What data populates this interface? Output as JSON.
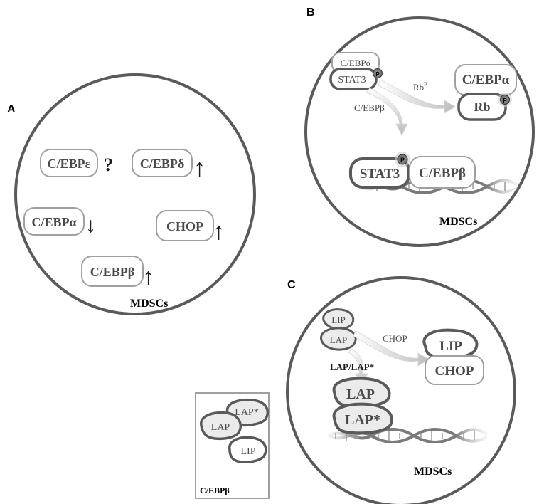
{
  "panels": {
    "a": {
      "letter": "A",
      "cell_label": "MDSCs",
      "factors": {
        "cebp_epsilon": {
          "label": "C/EBPε",
          "status": "?"
        },
        "cebp_delta": {
          "label": "C/EBPδ",
          "status": "↑"
        },
        "cebp_alpha": {
          "label": "C/EBPα",
          "status": "↓"
        },
        "chop": {
          "label": "CHOP",
          "status": "↑"
        },
        "cebp_beta": {
          "label": "C/EBPβ",
          "status": "↑"
        }
      }
    },
    "b": {
      "letter": "B",
      "cell_label": "MDSCs",
      "complex_cebp_alpha": "C/EBPα",
      "complex_stat3": "STAT3",
      "rb_arrow_label": "Rb",
      "rb_arrow_superscript": "P",
      "cebpb_arrow_label": "C/EBPβ",
      "product_cebp_alpha": "C/EBPα",
      "product_rb": "Rb",
      "dna_stat3": "STAT3",
      "dna_cebp_beta": "C/EBPβ",
      "phospho_mark": "P"
    },
    "c": {
      "letter": "C",
      "cell_label": "MDSCs",
      "lip_small": "LIP",
      "lap_small": "LAP",
      "chop_arrow_label": "CHOP",
      "lap_arrow_label": "LAP/LAP*",
      "product_lip": "LIP",
      "product_chop": "CHOP",
      "dna_lap": "LAP",
      "dna_lap_star": "LAP*"
    },
    "legend": {
      "lap_star": "LAP*",
      "lap": "LAP",
      "lip": "LIP",
      "title": "C/EBPβ"
    }
  },
  "colors": {
    "outline_dark": "#5a5a5a",
    "outline_light": "#a0a0a0",
    "fill_light": "#ebebeb",
    "text": "#4a4a4a",
    "arrow": "#1a1a1a"
  }
}
